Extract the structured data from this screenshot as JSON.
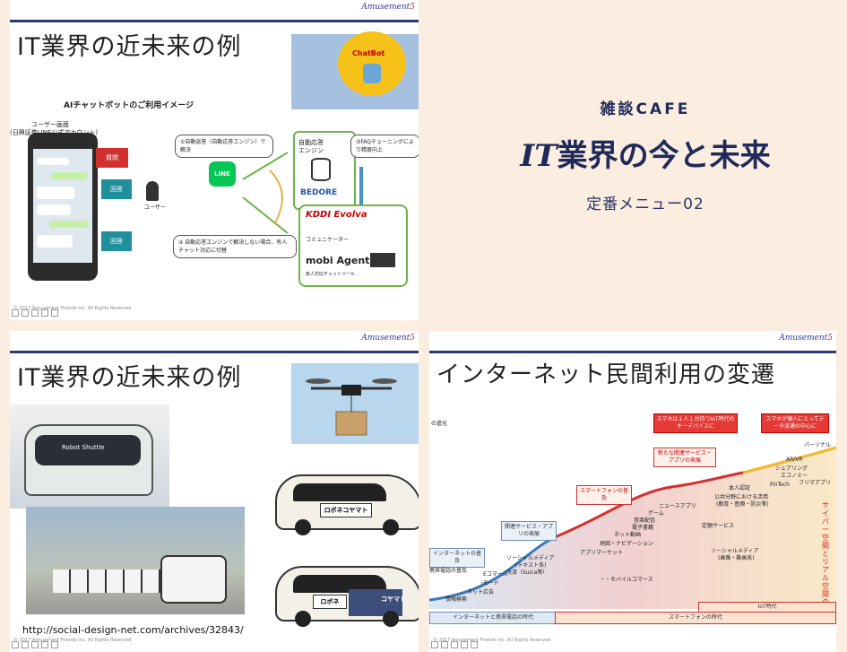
{
  "brand": {
    "cafe_label": "雑談CAFE",
    "headline_it": "IT",
    "headline_rest": "業界の今と未来",
    "menu_label": "定番メニュー02"
  },
  "slide_common": {
    "logo_text": "Amusement",
    "logo_suffix": "5",
    "copyright": "© 2017 Amusement Friends Inc. All Rights Reserved"
  },
  "slide1": {
    "title": "IT業界の近未来の例",
    "subtitle": "AIチャットボットのご利用イメージ",
    "bot_label": "ChatBot",
    "user_screen_line1": "ユーザー画面",
    "user_screen_line2": "(日興証券LINE公式アカウント)",
    "send_label": "質問",
    "reply_label_1": "回答",
    "reply_label_2": "回答",
    "user_label": "ユーザー",
    "line_label": "LINE",
    "note_auto": "①自動返答（自動応答エンジン）で解決",
    "note_faq": "③FAQチューニングにより精度向上",
    "note_fallback": "② 自動応答エンジンで解決しない場合、有人チャット対応に切替",
    "engine_label_1": "自動応答",
    "engine_label_2": "エンジン",
    "bedore_label": "BEDORE",
    "kddi_label": "KDDI Evolva",
    "communicator_label": "コミュニケーター",
    "mobi_label": "mobi Agent",
    "mobi_sub": "有人対応チャットツール"
  },
  "slide3": {
    "title": "IT業界の近未来の例",
    "shuttle_label": "Robot Shuttle",
    "car_label_1": "ロボネコヤマト",
    "car_label_2": "ロボネ",
    "car_label_2b": "コヤマト",
    "url": "http://social-design-net.com/archives/32843/"
  },
  "slide4": {
    "title": "インターネット民間利用の変遷",
    "evolution_label": "の進化",
    "box_smartphone_each": "スマホは１人１台持つIoT時代のキーデバイスに",
    "box_smartphone_personal": "スマホが個人にとってデータ流通の中心に",
    "box_new_services": "新たな関連サービス・アプリの発展",
    "box_smartphone_spread": "スマートフォンの普及",
    "box_related_services": "関連サービス・アプリの発展",
    "box_internet_spread": "インターネットの普及",
    "tags": [
      "パーソナル",
      "AR/VR",
      "シェアリング",
      "エコノミー",
      "FinTech",
      "フリマアプリ",
      "本人認証",
      "公共分野における活用",
      "(教育・医療・防災等)",
      "ニュースアプリ",
      "ゲーム",
      "音楽配信",
      "電子書籍",
      "ネット動画",
      "地図・ナビゲーション",
      "アプリマーケット",
      "定額サービス",
      "ソーシャルメディア",
      "(画像・動画系)",
      "ソーシャルメディア",
      "(テキスト系)",
      "決済（Suica等）",
      "iモード",
      "Eコマース",
      "ネット広告",
      "情報検索",
      "携帯電話の普及",
      "・・モバイルコマース"
    ],
    "vertical_label": "サイバー空間とリアル空間の融合",
    "timeline_internet": "インターネットと携帯電話の時代",
    "timeline_smartphone": "スマートフォンの時代",
    "timeline_iot": "IoT時代"
  }
}
